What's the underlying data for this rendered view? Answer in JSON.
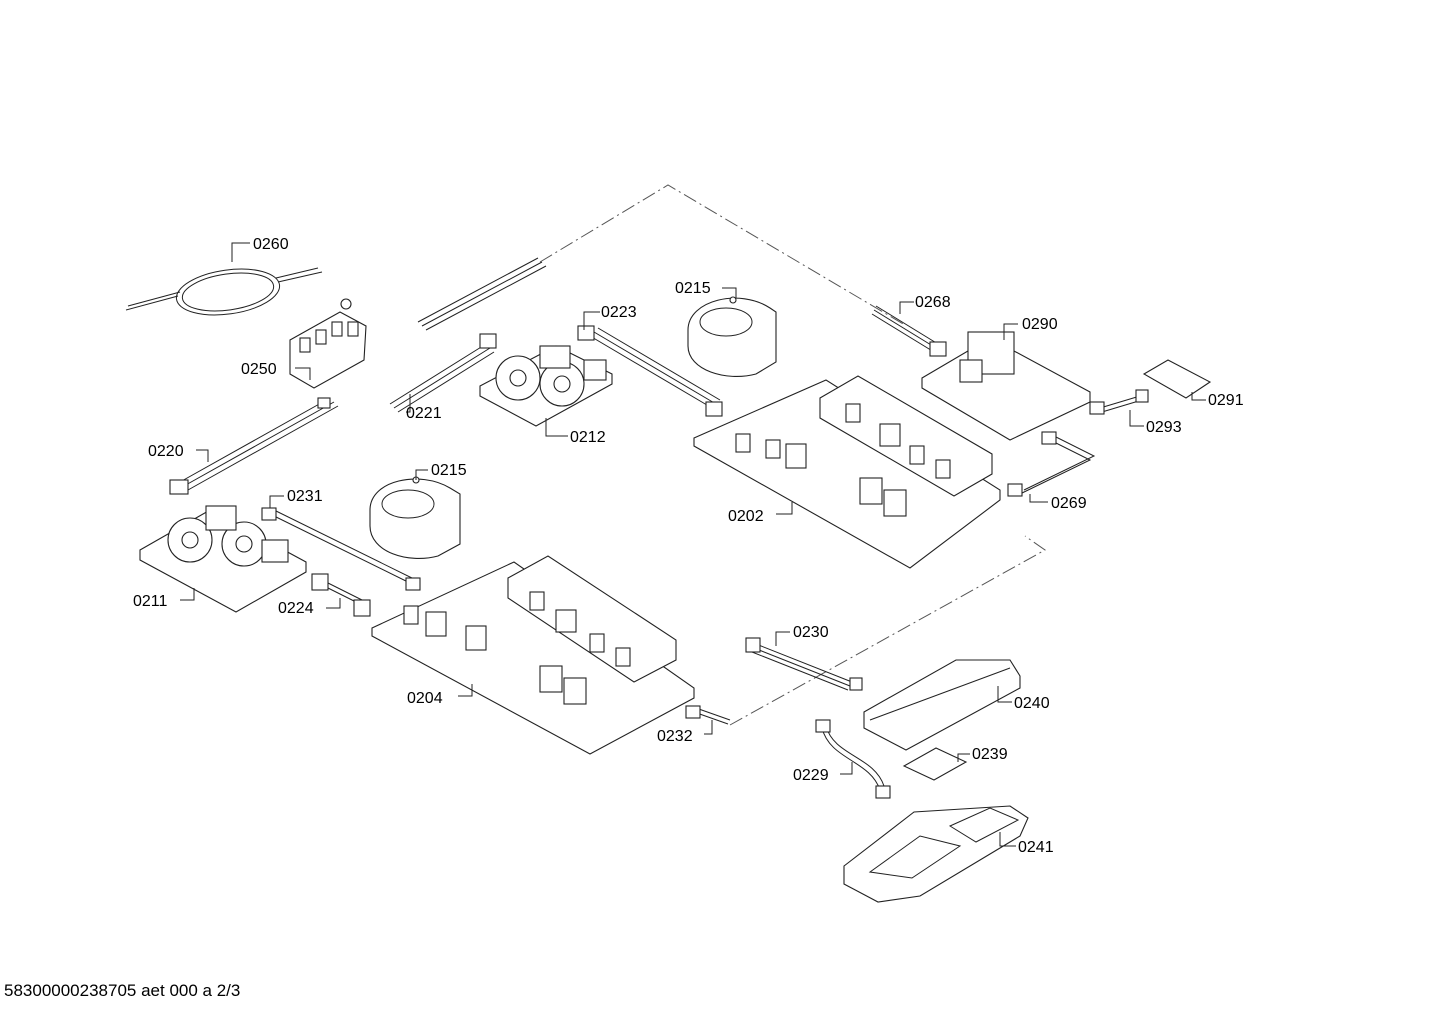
{
  "labels": {
    "p0260": "0260",
    "p0250": "0250",
    "p0220": "0220",
    "p0221": "0221",
    "p0223": "0223",
    "p0212": "0212",
    "p0215a": "0215",
    "p0268": "0268",
    "p0290": "0290",
    "p0291": "0291",
    "p0293": "0293",
    "p0202": "0202",
    "p0269": "0269",
    "p0215b": "0215",
    "p0231": "0231",
    "p0211": "0211",
    "p0224": "0224",
    "p0204": "0204",
    "p0232": "0232",
    "p0230": "0230",
    "p0240": "0240",
    "p0239": "0239",
    "p0229": "0229",
    "p0241": "0241"
  },
  "footer": "58300000238705 aet 000 a 2/3"
}
